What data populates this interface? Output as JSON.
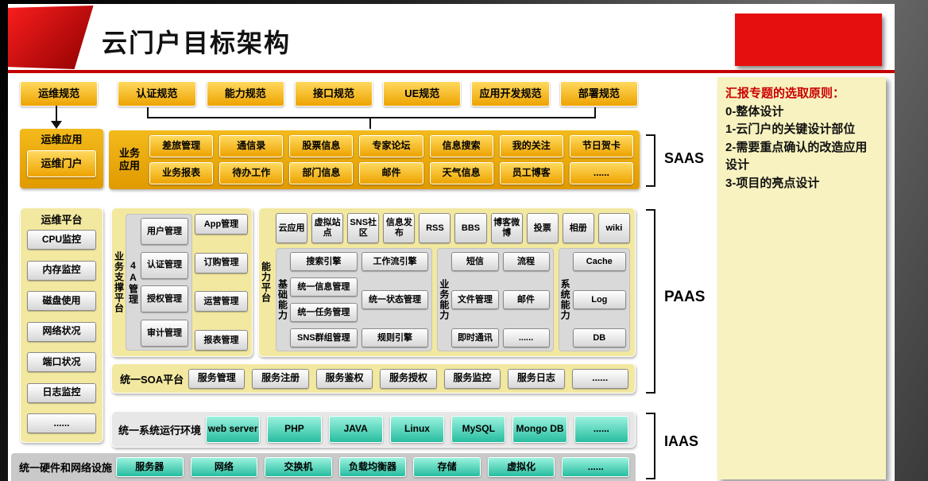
{
  "slide": {
    "title": "云门户目标架构"
  },
  "colors": {
    "gold": "#EDA300",
    "panel_yellow": "#F2E8A0",
    "cyan": "#27BDA0",
    "note_bg": "#F7F2BF",
    "accent_red": "#CC0000"
  },
  "labels": {
    "saas": "SAAS",
    "paas": "PAAS",
    "iaas": "IAAS"
  },
  "spec_row": [
    "运维规范",
    "认证规范",
    "能力规范",
    "接口规范",
    "UE规范",
    "应用开发规范",
    "部署规范"
  ],
  "ops_app": {
    "label": "运维应用",
    "portal": "运维门户"
  },
  "business_app": {
    "label": "业务应用",
    "row1": [
      "差旅管理",
      "通信录",
      "股票信息",
      "专家论坛",
      "信息搜索",
      "我的关注",
      "节日贺卡"
    ],
    "row2": [
      "业务报表",
      "待办工作",
      "部门信息",
      "邮件",
      "天气信息",
      "员工博客",
      "......"
    ]
  },
  "ops_platform": {
    "label": "运维平台",
    "items": [
      "CPU监控",
      "内存监控",
      "磁盘使用",
      "网络状况",
      "端口状况",
      "日志监控",
      "......"
    ]
  },
  "business_support": {
    "label": "业务支撑平台",
    "group_4a_label": "4A管理",
    "group_4a_items": [
      "用户管理",
      "认证管理",
      "授权管理",
      "审计管理"
    ],
    "mgmt_items": [
      "App管理",
      "订购管理",
      "运营管理",
      "报表管理"
    ]
  },
  "capability": {
    "label": "能力平台",
    "cloud_row": [
      "云应用",
      "虚拟站点",
      "SNS社区",
      "信息发布",
      "RSS",
      "BBS",
      "博客微博",
      "投票",
      "相册",
      "wiki"
    ],
    "basic": {
      "label": "基础能力",
      "col1": [
        "搜索引擎",
        "统一信息管理",
        "统一任务管理",
        "SNS群组管理"
      ],
      "col2": [
        "工作流引擎",
        "统一状态管理",
        "规则引擎"
      ]
    },
    "business": {
      "label": "业务能力",
      "col1": [
        "短信",
        "文件管理",
        "即时通讯"
      ],
      "col2": [
        "流程",
        "邮件",
        "......"
      ]
    },
    "system": {
      "label": "系统能力",
      "items": [
        "Cache",
        "Log",
        "DB"
      ]
    }
  },
  "soa": {
    "label": "统一SOA平台",
    "items": [
      "服务管理",
      "服务注册",
      "服务鉴权",
      "服务授权",
      "服务监控",
      "服务日志",
      "......"
    ]
  },
  "runtime": {
    "label": "统一系统运行环境",
    "items": [
      "web server",
      "PHP",
      "JAVA",
      "Linux",
      "MySQL",
      "Mongo DB",
      "......"
    ]
  },
  "hardware": {
    "label": "统一硬件和网络设施",
    "items": [
      "服务器",
      "网络",
      "交换机",
      "负载均衡器",
      "存储",
      "虚拟化",
      "......"
    ]
  },
  "notes": {
    "title": "汇报专题的选取原则：",
    "items": [
      "0-整体设计",
      "1-云门户的关键设计部位",
      "2-需要重点确认的改造应用设计",
      "3-项目的亮点设计"
    ]
  }
}
